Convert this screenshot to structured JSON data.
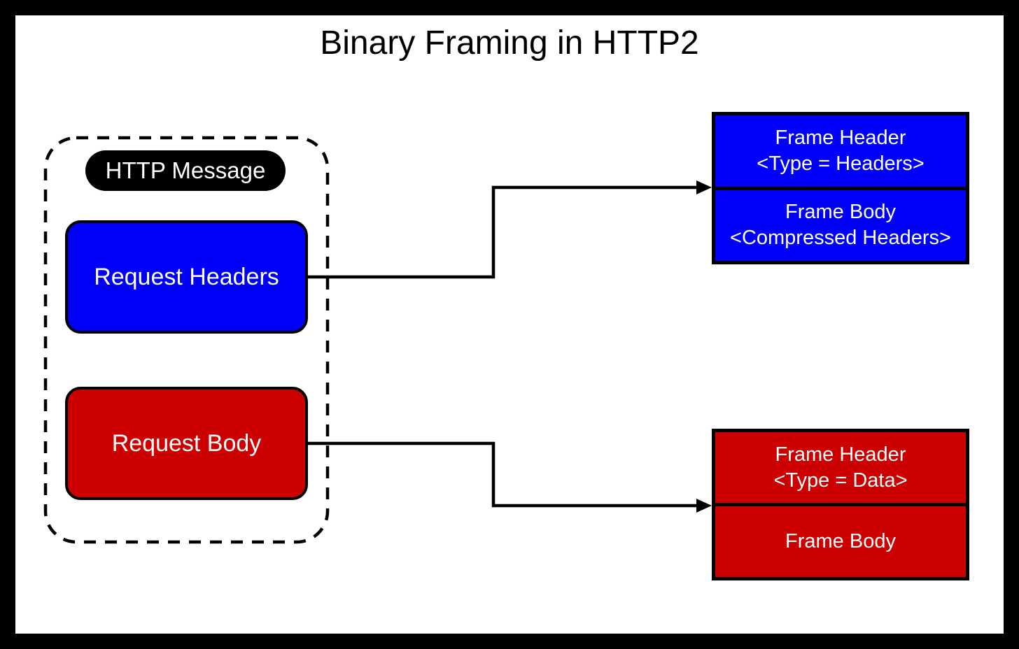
{
  "title": "Binary Framing in HTTP2",
  "http_message": {
    "label": "HTTP Message",
    "request_headers_label": "Request Headers",
    "request_body_label": "Request Body"
  },
  "frames": {
    "headers_frame": {
      "header_line1": "Frame Header",
      "header_line2": "<Type = Headers>",
      "body_line1": "Frame Body",
      "body_line2": "<Compressed Headers>"
    },
    "data_frame": {
      "header_line1": "Frame Header",
      "header_line2": "<Type = Data>",
      "body_line1": "Frame Body"
    }
  },
  "colors": {
    "headers_blue": "#0000fa",
    "data_red": "#cc0000",
    "outline_black": "#000000",
    "canvas_white": "#ffffff"
  }
}
